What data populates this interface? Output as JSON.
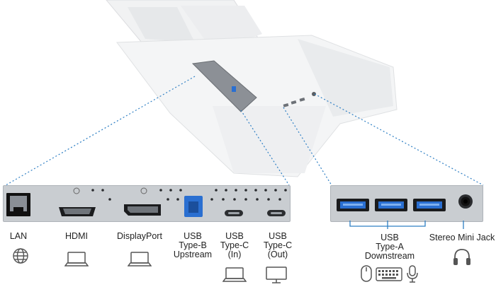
{
  "left_panel": {
    "ports": [
      {
        "label": "LAN",
        "icon": "globe-icon"
      },
      {
        "label": "HDMI",
        "icon": "laptop-icon"
      },
      {
        "label": "DisplayPort",
        "icon": "laptop-icon"
      },
      {
        "label": "USB\nType-B\nUpstream",
        "icon": ""
      },
      {
        "label": "USB\nType-C\n(In)",
        "icon": "laptop-icon"
      },
      {
        "label": "USB\nType-C\n(Out)",
        "icon": "monitor-icon"
      }
    ]
  },
  "right_panel": {
    "usb_label": "USB\nType-A\nDownstream",
    "usb_icons": [
      "mouse-icon",
      "keyboard-icon",
      "microphone-icon"
    ],
    "audio_label": "Stereo Mini Jack",
    "audio_icon": "headphones-icon"
  },
  "colors": {
    "usb_blue": "#2a6fd1",
    "connector_line": "#2e7fc4",
    "panel_gray": "#c9cdd1"
  }
}
